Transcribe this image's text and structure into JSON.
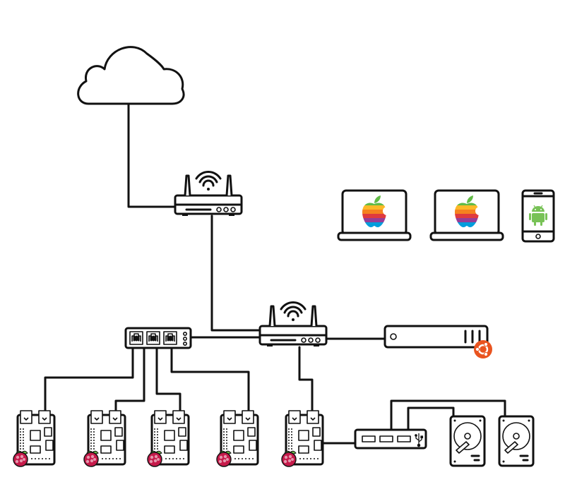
{
  "diagram": {
    "nodes": [
      {
        "id": "internet",
        "kind": "cloud"
      },
      {
        "id": "main-router",
        "kind": "wifi-router"
      },
      {
        "id": "access-point",
        "kind": "wifi-router"
      },
      {
        "id": "ethernet-switch",
        "kind": "network-switch",
        "ports": 3
      },
      {
        "id": "ubuntu-server",
        "kind": "rack-server",
        "os_icon": "ubuntu-icon"
      },
      {
        "id": "laptop-1",
        "kind": "laptop",
        "os_icon": "apple-rainbow-icon"
      },
      {
        "id": "laptop-2",
        "kind": "laptop",
        "os_icon": "apple-rainbow-icon"
      },
      {
        "id": "phone",
        "kind": "smartphone",
        "os_icon": "android-icon"
      },
      {
        "id": "pi-1",
        "kind": "raspberry-pi"
      },
      {
        "id": "pi-2",
        "kind": "raspberry-pi"
      },
      {
        "id": "pi-3",
        "kind": "raspberry-pi"
      },
      {
        "id": "pi-4",
        "kind": "raspberry-pi"
      },
      {
        "id": "pi-5",
        "kind": "raspberry-pi"
      },
      {
        "id": "usb-hub",
        "kind": "usb-hub",
        "icon": "usb-icon"
      },
      {
        "id": "hdd-1",
        "kind": "hard-drive"
      },
      {
        "id": "hdd-2",
        "kind": "hard-drive"
      }
    ],
    "links": [
      [
        "internet",
        "main-router"
      ],
      [
        "main-router",
        "access-point"
      ],
      [
        "ethernet-switch",
        "access-point"
      ],
      [
        "access-point",
        "ubuntu-server"
      ],
      [
        "ethernet-switch",
        "pi-1"
      ],
      [
        "ethernet-switch",
        "pi-2"
      ],
      [
        "ethernet-switch",
        "pi-3"
      ],
      [
        "ethernet-switch",
        "pi-4"
      ],
      [
        "access-point",
        "pi-5"
      ],
      [
        "pi-5",
        "usb-hub"
      ],
      [
        "usb-hub",
        "hdd-1"
      ],
      [
        "usb-hub",
        "hdd-2"
      ]
    ],
    "colors": {
      "stroke": "#111111",
      "ubuntu": "#e95420",
      "android": "#78c257",
      "raspberry": "#c51a4a",
      "raspberry_leaf": "#6cc04a",
      "apple_stripes": [
        "#61bb46",
        "#fdb827",
        "#f5821f",
        "#e03a3e",
        "#963d97",
        "#009ddc"
      ]
    }
  }
}
